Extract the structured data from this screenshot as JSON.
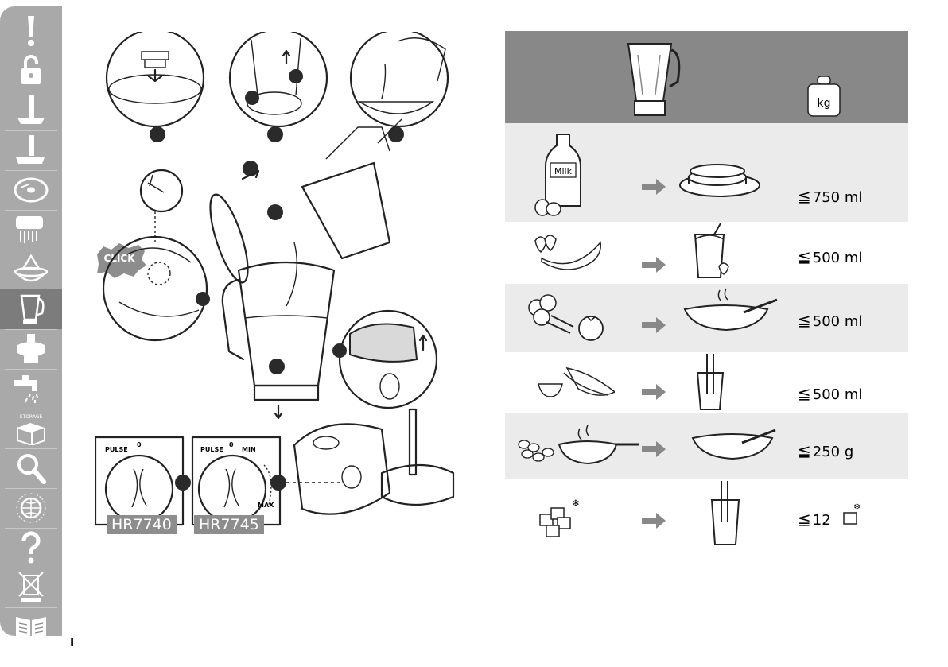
{
  "sidebar": {
    "tabs": [
      {
        "id": "warning",
        "icon": "exclamation-icon"
      },
      {
        "id": "unlock",
        "icon": "unlocked-padlock-icon"
      },
      {
        "id": "blade",
        "icon": "knife-unit-icon"
      },
      {
        "id": "kneading",
        "icon": "kneading-tool-icon"
      },
      {
        "id": "disc",
        "icon": "slicing-disc-icon"
      },
      {
        "id": "shredder",
        "icon": "shredding-icon"
      },
      {
        "id": "juicer",
        "icon": "citrus-press-icon"
      },
      {
        "id": "blender",
        "icon": "blender-jar-icon",
        "active": true
      },
      {
        "id": "mill",
        "icon": "mill-icon"
      },
      {
        "id": "cleaning",
        "icon": "tap-icon"
      },
      {
        "id": "storage",
        "icon": "storage-box-icon",
        "label": "STORAGE"
      },
      {
        "id": "troubleshoot",
        "icon": "magnifier-icon"
      },
      {
        "id": "guarantee",
        "icon": "globe-icon",
        "label": "WORLD-WIDE GUARANTEE"
      },
      {
        "id": "faq",
        "icon": "question-mark-icon"
      },
      {
        "id": "disposal",
        "icon": "crossed-bin-icon"
      },
      {
        "id": "recipes",
        "icon": "recipe-book-icon"
      }
    ]
  },
  "page_number": "I",
  "illustrations": {
    "click_label": "CLICK",
    "dial_labels": {
      "pulse": "PULSE",
      "zero": "0",
      "min": "MIN",
      "max": "MAX"
    },
    "models": [
      "HR7740",
      "HR7745"
    ]
  },
  "table": {
    "header_icons": [
      "blender-jar-icon",
      "kg-weight-icon"
    ],
    "weight_label": "kg",
    "rows": [
      {
        "ingredient_icon": "milk-bottle-eggs-icon",
        "ingredient_label": "Milk",
        "result_icon": "pancakes-icon",
        "quantity": "750 ml",
        "shaded": true
      },
      {
        "ingredient_icon": "strawberry-banana-icon",
        "result_icon": "milkshake-glass-icon",
        "quantity": "500 ml",
        "shaded": false
      },
      {
        "ingredient_icon": "broccoli-tomato-icon",
        "result_icon": "soup-bowl-icon",
        "quantity": "500 ml",
        "shaded": true
      },
      {
        "ingredient_icon": "melon-banana-icon",
        "result_icon": "drink-glass-icon",
        "quantity": "500 ml",
        "shaded": false
      },
      {
        "ingredient_icon": "coffee-beans-pan-icon",
        "result_icon": "porridge-bowl-icon",
        "quantity": "250 g",
        "shaded": true
      },
      {
        "ingredient_icon": "ice-cubes-icon",
        "result_icon": "cocktail-glass-icon",
        "quantity": "12",
        "quantity_icon": "ice-cube-icon",
        "shaded": false
      }
    ]
  }
}
